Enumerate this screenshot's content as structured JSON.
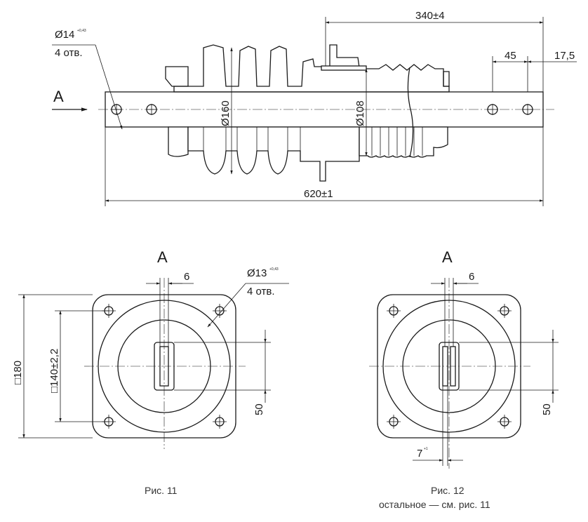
{
  "figure_top": {
    "dim_hole_dia": "Ø14",
    "dim_hole_tol": "+0,43",
    "dim_hole_count": "4 отв.",
    "view_letter": "A",
    "dim_340": "340±4",
    "dim_45": "45",
    "dim_17_5": "17,5",
    "dim_160": "Ø160",
    "dim_108": "Ø108",
    "dim_620": "620±1"
  },
  "figure_11": {
    "view_letter": "A",
    "dim_6": "6",
    "dim_hole_dia": "Ø13",
    "dim_hole_tol": "+0,43",
    "dim_hole_count": "4 отв.",
    "dim_180": "□180",
    "dim_140": "□140±2,2",
    "dim_50": "50",
    "caption": "Рис. 11"
  },
  "figure_12": {
    "view_letter": "A",
    "dim_6": "6",
    "dim_50": "50",
    "dim_7": "7",
    "dim_7_tol": "+1",
    "caption": "Рис. 12",
    "caption_note": "остальное — см. рис. 11"
  }
}
